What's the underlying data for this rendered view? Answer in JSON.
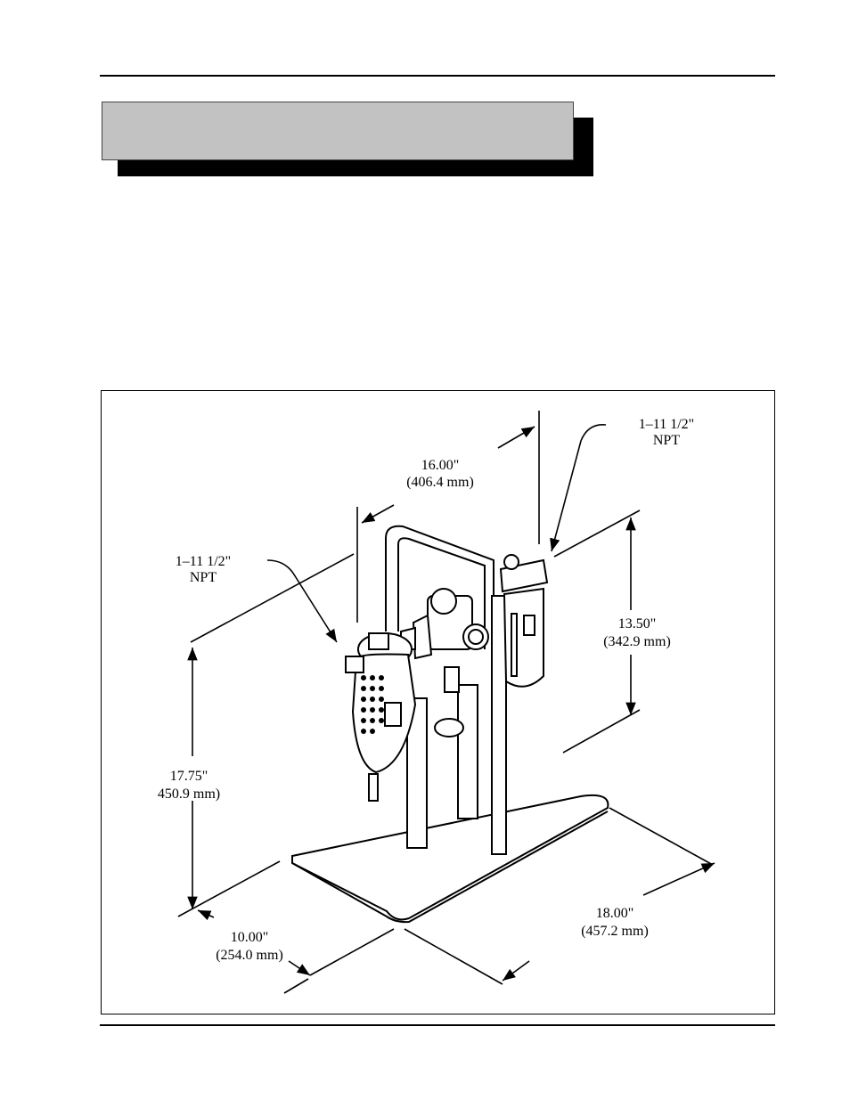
{
  "figure": {
    "callouts": [
      {
        "line1": "1–11 1/2\"",
        "line2": "NPT"
      },
      {
        "line1": "1–11 1/2\"",
        "line2": "NPT"
      }
    ],
    "dimensions": [
      {
        "line1": "16.00\"",
        "line2": "(406.4 mm)"
      },
      {
        "line1": "13.50\"",
        "line2": "(342.9 mm)"
      },
      {
        "line1": "17.75\"",
        "line2": "450.9 mm)"
      },
      {
        "line1": "10.00\"",
        "line2": "(254.0 mm)"
      },
      {
        "line1": "18.00\"",
        "line2": "(457.2 mm)"
      }
    ]
  }
}
